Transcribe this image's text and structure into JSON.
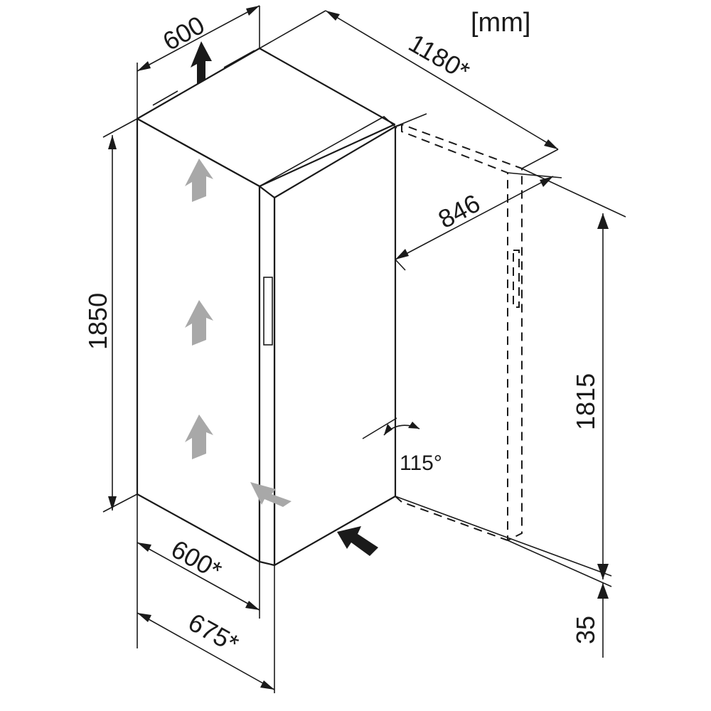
{
  "unit": "[mm]",
  "dimensions": {
    "top_width": "600",
    "total_depth_door_open": "1180*",
    "door_open_depth": "846",
    "height": "1850",
    "door_open_height": "1815",
    "bottom_offset": "35",
    "width": "600*",
    "depth": "675*",
    "door_angle": "115°"
  },
  "colors": {
    "line": "#1a1a1a",
    "grey_arrow": "#a8a8a8",
    "background": "#ffffff"
  },
  "icons": [
    "airflow-arrow-icon",
    "ventilation-arrow-icon"
  ]
}
